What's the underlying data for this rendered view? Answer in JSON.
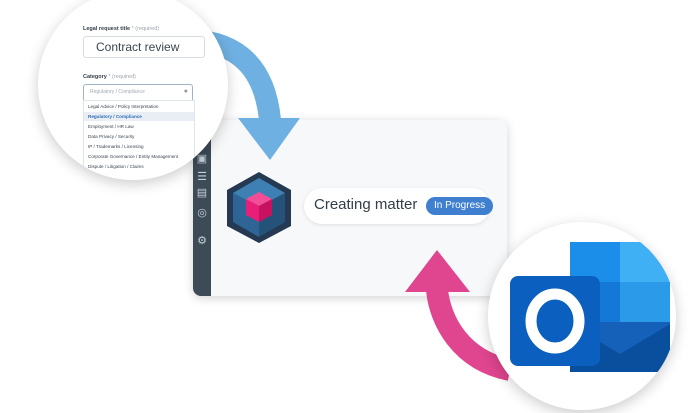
{
  "form": {
    "title_label": "Legal request title",
    "title_required": "* (required)",
    "title_value": "Contract review",
    "category_label": "Category",
    "category_required": "* (required)",
    "category_placeholder": "Regulatory / Compliance",
    "options": [
      "Legal Advice / Policy Interpretation",
      "Regulatory / Compliance",
      "Employment / HR Law",
      "Data Privacy / Security",
      "IP / Trademarks / Licensing",
      "Corporate Governance / Entity Management",
      "Dispute / Litigation / Claims"
    ],
    "selected_option": "Regulatory / Compliance"
  },
  "status": {
    "text": "Creating matter",
    "badge": "In Progress"
  },
  "colors": {
    "badge_blue": "#3f7fd0",
    "arrow_blue": "#6fb0e2",
    "arrow_pink": "#e0458f",
    "logo_pink": "#e91e78",
    "logo_dark": "#253a52",
    "outlook_blue": "#0a64c8"
  },
  "icons": {
    "logo": "cube-logo-icon",
    "outlook": "outlook-icon",
    "sidebar": [
      "briefcase-icon",
      "list-icon",
      "document-icon",
      "target-icon",
      "settings-icon"
    ]
  }
}
